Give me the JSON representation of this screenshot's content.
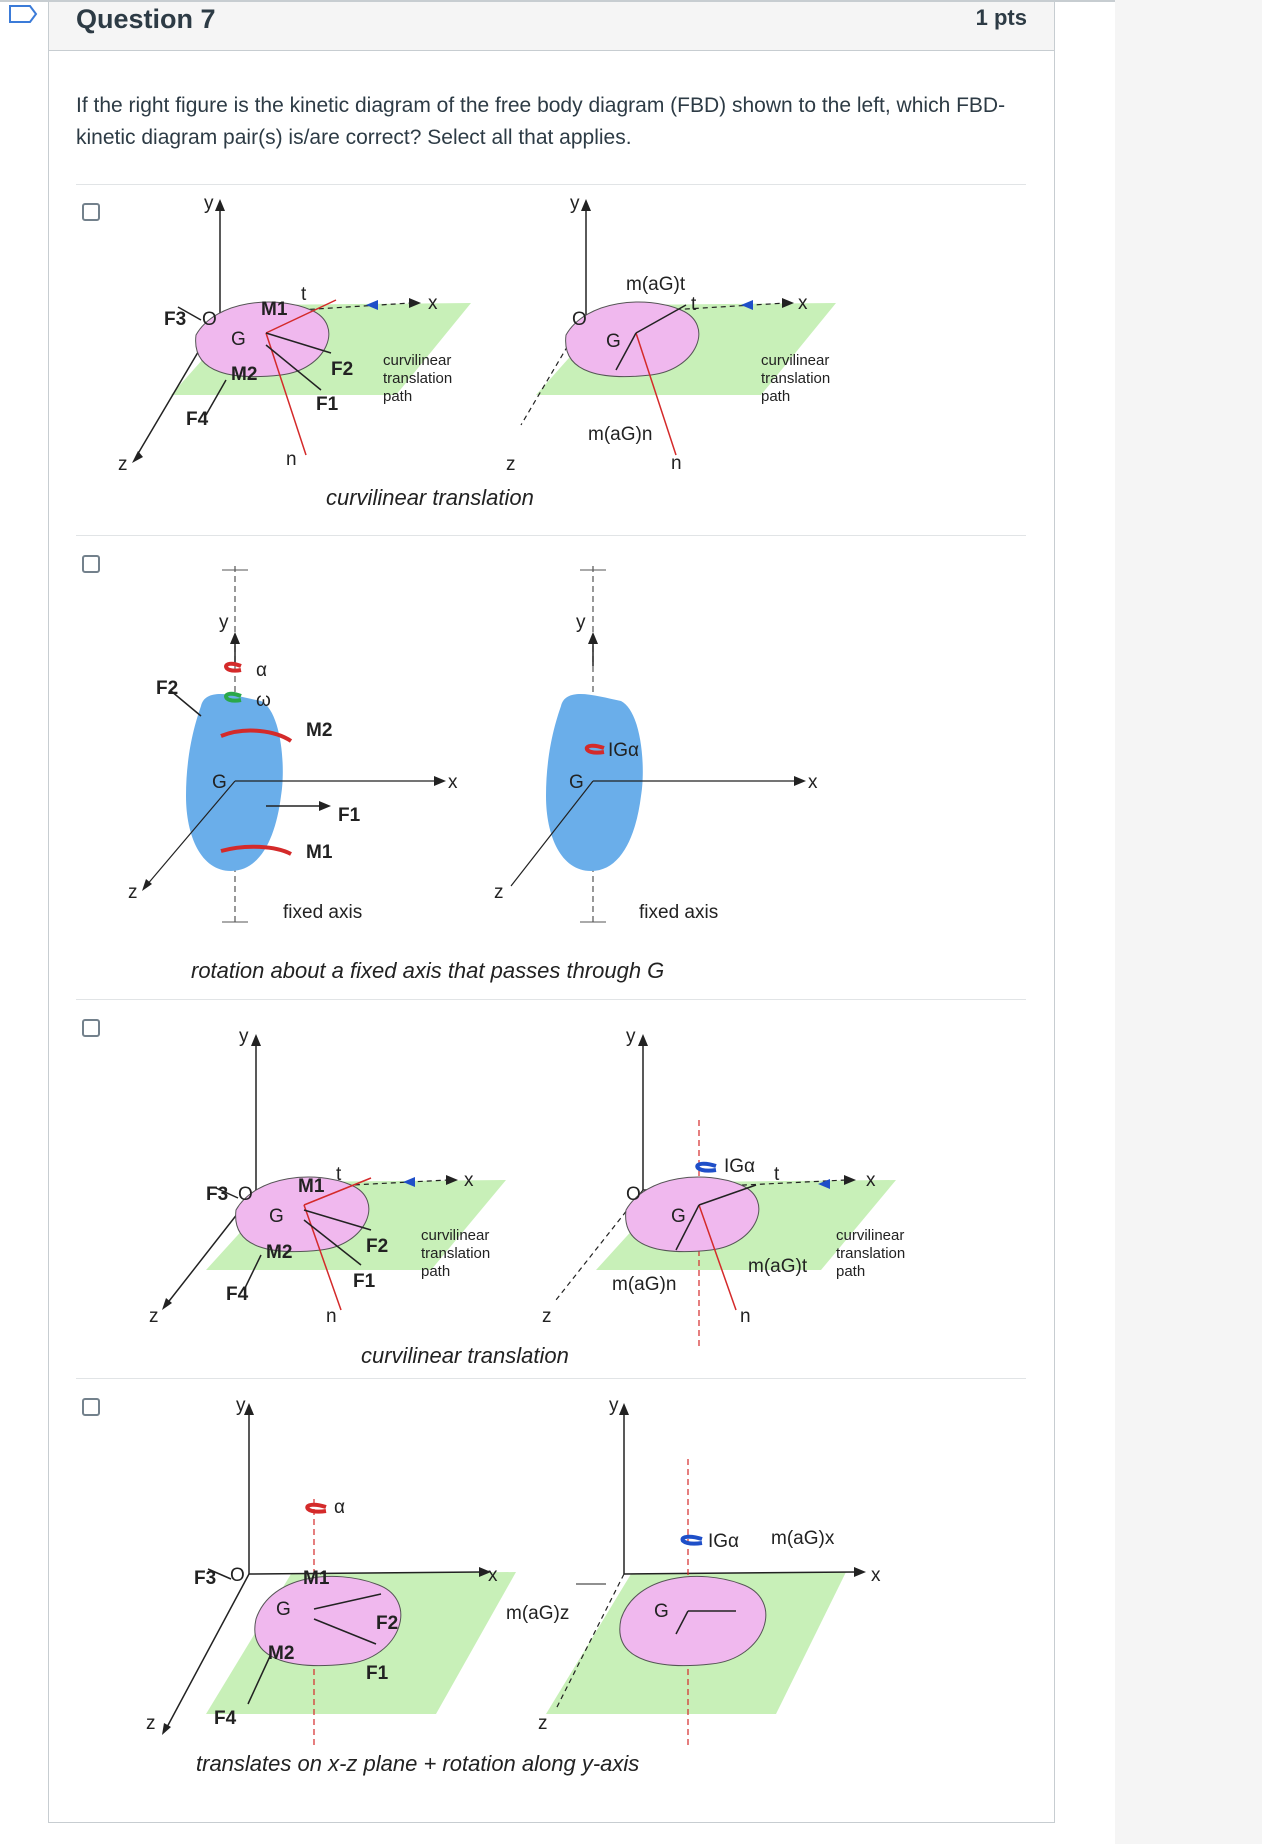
{
  "question": {
    "title": "Question 7",
    "points": "1 pts",
    "text": "If the right figure is the kinetic diagram of the free body diagram (FBD) shown to the left, which FBD-kinetic diagram pair(s) is/are correct? Select all that applies."
  },
  "options": [
    {
      "caption": "curvilinear translation",
      "fbd_labels": {
        "y": "y",
        "o": "O",
        "g": "G",
        "m1": "M1",
        "m2": "M2",
        "f1": "F1",
        "f2": "F2",
        "f3": "F3",
        "f4": "F4",
        "t": "t",
        "n": "n",
        "x": "x",
        "z": "z",
        "path": [
          "curvilinear",
          "translation",
          "path"
        ]
      },
      "kd_labels": {
        "y": "y",
        "o": "O",
        "g": "G",
        "mt": "m(aG)t",
        "mn": "m(aG)n",
        "t": "t",
        "n": "n",
        "x": "x",
        "z": "z",
        "path": [
          "curvilinear",
          "translation",
          "path"
        ]
      }
    },
    {
      "caption": "rotation about a fixed axis that passes through G",
      "fbd_labels": {
        "y": "y",
        "g": "G",
        "alpha": "α",
        "omega": "ω",
        "m1": "M1",
        "m2": "M2",
        "f1": "F1",
        "f2": "F2",
        "x": "x",
        "z": "z",
        "axis": "fixed axis"
      },
      "kd_labels": {
        "y": "y",
        "g": "G",
        "iga": "IGα",
        "x": "x",
        "z": "z",
        "axis": "fixed axis"
      }
    },
    {
      "caption": "curvilinear translation",
      "fbd_labels": {
        "y": "y",
        "o": "O",
        "g": "G",
        "m1": "M1",
        "m2": "M2",
        "f1": "F1",
        "f2": "F2",
        "f3": "F3",
        "f4": "F4",
        "t": "t",
        "n": "n",
        "x": "x",
        "z": "z",
        "path": [
          "curvilinear",
          "translation",
          "path"
        ]
      },
      "kd_labels": {
        "y": "y",
        "o": "O",
        "g": "G",
        "iga": "IGα",
        "mt": "m(aG)t",
        "mn": "m(aG)n",
        "t": "t",
        "n": "n",
        "x": "x",
        "z": "z",
        "path": [
          "curvilinear",
          "translation",
          "path"
        ]
      }
    },
    {
      "caption": "translates on x-z plane + rotation along y-axis",
      "fbd_labels": {
        "y": "y",
        "o": "O",
        "g": "G",
        "alpha": "α",
        "m1": "M1",
        "m2": "M2",
        "f1": "F1",
        "f2": "F2",
        "f3": "F3",
        "f4": "F4",
        "x": "x",
        "z": "z"
      },
      "kd_labels": {
        "y": "y",
        "g": "G",
        "iga": "IGα",
        "mx": "m(aG)x",
        "mz": "m(aG)z",
        "x": "x",
        "z": "z"
      }
    }
  ],
  "colors": {
    "plane_green": "#c8f0b8",
    "body_pink": "#f0b8ee",
    "body_blue": "#6aaeea",
    "force_red": "#d42a2a",
    "omega_green": "#2aa84a",
    "kd_blue": "#1f4fc8"
  },
  "icons": {
    "bookmark": "bookmark-icon",
    "checkbox": "checkbox"
  }
}
